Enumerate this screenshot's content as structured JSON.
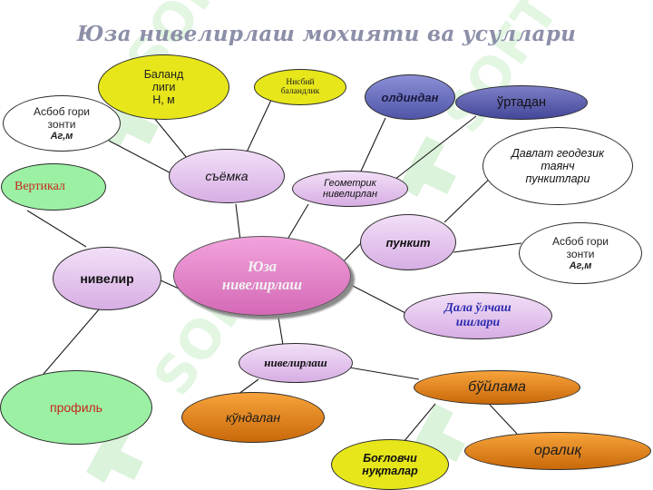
{
  "title": "Юза нивелирлаш мохияти ва усуллари",
  "nodes": {
    "center": "Юза\nнивелирлаш",
    "balandligi": "Баланд\nлиги\nН, м",
    "nisbiy": "Нисбий\nбаландлик",
    "asbob_top": "Асбоб гори\nзонти",
    "asbob_top_unit": "Аг,м",
    "syomka": "съёмка",
    "oldindan": "олдиндан",
    "ortadan": "ўртадан",
    "geometrik": "Геометрик\nнивелирлан",
    "davlat": "Давлат геодезик\nтаянч\nпункитлари",
    "vertikal": "Вертикал",
    "punkit": "пункит",
    "asbob_right": "Асбоб гори\nзонти",
    "asbob_right_unit": "Аг,м",
    "nivelir": "нивелир",
    "dala": "Дала ўлчаш\nишлари",
    "nivelirlash": "нивелирлаш",
    "profil": "профиль",
    "boylama": "бўйлама",
    "kundalan": "кўндалан",
    "boglovchi": "Боғловчи\nнуқталар",
    "oraliq": "оралиқ"
  },
  "colors": {
    "lavender": "#d7aee4",
    "yellow": "#e6e61a",
    "green": "#9bf0a4",
    "orange": "#f0962a",
    "navy": "#5055a8",
    "center_pink": "#e58fcf",
    "title_gray": "#8c8fa8",
    "watermark_green": "#c8ebc8"
  },
  "watermark": "SOFT"
}
